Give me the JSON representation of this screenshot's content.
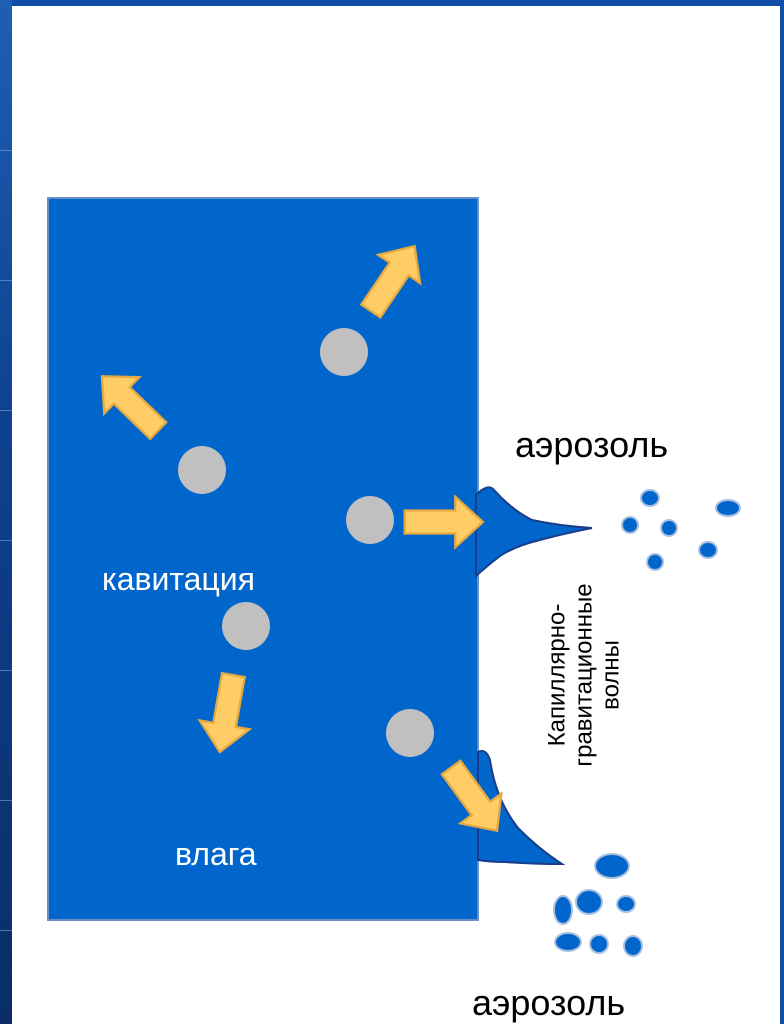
{
  "colors": {
    "liquid": "#0066cc",
    "liquid_edge": "#1a3d8a",
    "bubble": "#c0c0c0",
    "arrow": "#ffcc66",
    "droplet": "#0066cc",
    "slide_bg": "#ffffff",
    "frame": "#0a3d8f"
  },
  "icons": {
    "arrow": "thick-arrow-icon",
    "bubble": "cavitation-bubble-icon",
    "droplet": "aerosol-droplet-icon"
  },
  "labels": {
    "aerosol_top": "аэрозоль",
    "aerosol_bottom": "аэрозоль",
    "cavitation": "кавитация",
    "moisture": "влага",
    "waves_line1": "Капиллярно-",
    "waves_line2": "гравитационные",
    "waves_line3": "волны"
  }
}
